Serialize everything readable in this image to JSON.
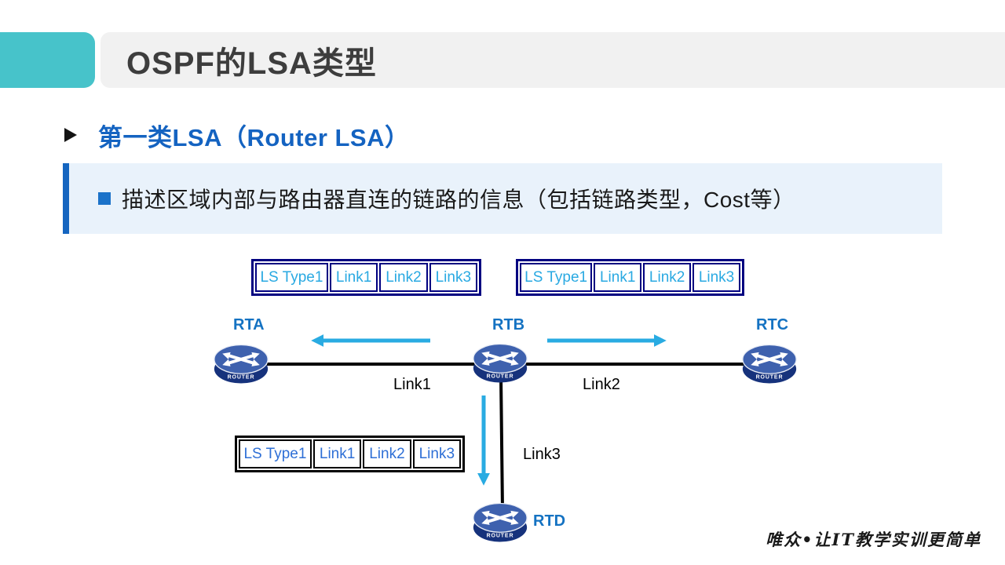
{
  "colors": {
    "teal": "#47c3ca",
    "header-band": "#f1f1f1",
    "title-text": "#3d3d3d",
    "heading-blue": "#1463c1",
    "callout-bg": "#e9f2fb",
    "accent-bar": "#1565c0",
    "bullet-square": "#1b72c9",
    "table-navy-border": "#000080",
    "table-skyblue-text": "#29a9e2",
    "table-black-border": "#000000",
    "table-blue-text": "#2e6fd6",
    "arrow-cyan": "#29abe2",
    "router-label-blue": "#1472c2"
  },
  "header": {
    "title": "OSPF的LSA类型"
  },
  "section": {
    "heading": "第一类LSA（Router LSA）"
  },
  "callout": {
    "text": "描述区域内部与路由器直连的链路的信息（包括链路类型，Cost等）"
  },
  "diagram": {
    "lsa_tables": [
      {
        "cells": [
          "LS Type1",
          "Link1",
          "Link2",
          "Link3"
        ]
      },
      {
        "cells": [
          "LS Type1",
          "Link1",
          "Link2",
          "Link3"
        ]
      },
      {
        "cells": [
          "LS Type1",
          "Link1",
          "Link2",
          "Link3"
        ]
      }
    ],
    "routers": [
      {
        "name": "RTA"
      },
      {
        "name": "RTB"
      },
      {
        "name": "RTC"
      },
      {
        "name": "RTD"
      }
    ],
    "links": [
      {
        "label": "Link1"
      },
      {
        "label": "Link2"
      },
      {
        "label": "Link3"
      }
    ],
    "router_icon_label": "ROUTER"
  },
  "footer": {
    "watermark": "唯众•让IT教学实训更简单"
  }
}
